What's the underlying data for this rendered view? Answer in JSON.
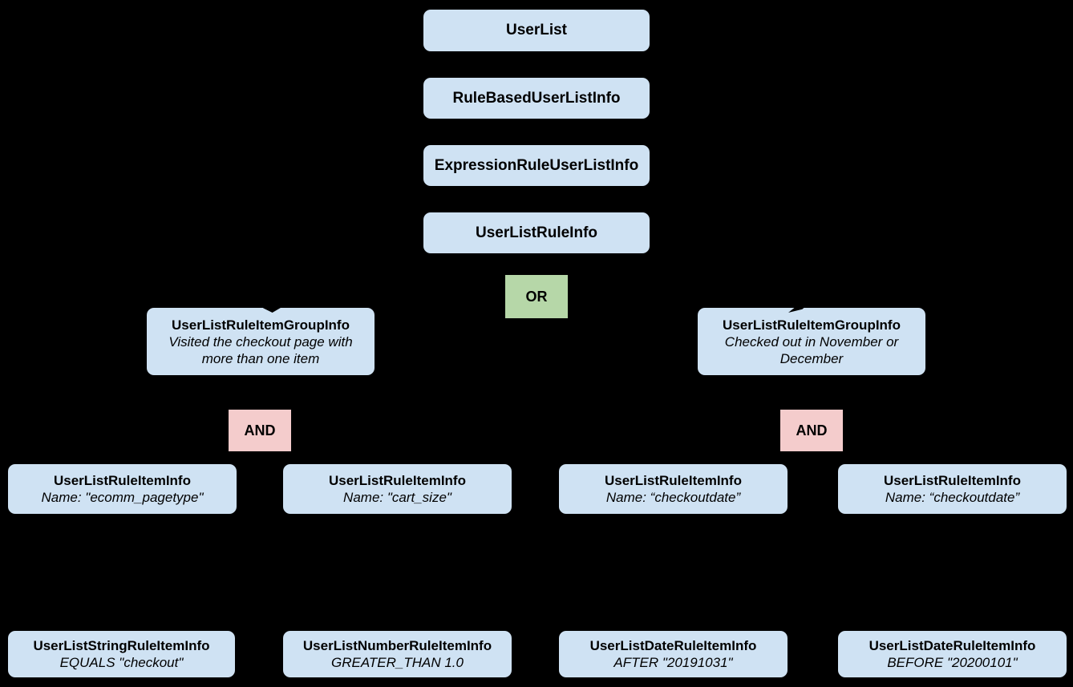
{
  "diagram": {
    "background_color": "#000000",
    "node_fill_color": "#cfe2f3",
    "or_fill_color": "#b6d7a8",
    "and_fill_color": "#f4cccc",
    "text_color": "#000000",
    "chain": [
      {
        "label": "UserList"
      },
      {
        "label": "RuleBasedUserListInfo"
      },
      {
        "label": "ExpressionRuleUserListInfo"
      },
      {
        "label": "UserListRuleInfo"
      }
    ],
    "or_label": "OR",
    "groups": [
      {
        "title": "UserListRuleItemGroupInfo",
        "subtitle_lines": [
          "Visited the checkout page with",
          "more than one item"
        ],
        "operator": "AND"
      },
      {
        "title": "UserListRuleItemGroupInfo",
        "subtitle_lines": [
          "Checked out in November or",
          "December"
        ],
        "operator": "AND"
      }
    ],
    "rule_items": [
      {
        "title": "UserListRuleItemInfo",
        "subtitle": "Name: \"ecomm_pagetype\""
      },
      {
        "title": "UserListRuleItemInfo",
        "subtitle": "Name: \"cart_size\""
      },
      {
        "title": "UserListRuleItemInfo",
        "subtitle": "Name: “checkoutdate”"
      },
      {
        "title": "UserListRuleItemInfo",
        "subtitle": "Name: “checkoutdate”"
      }
    ],
    "leaf_items": [
      {
        "title": "UserListStringRuleItemInfo",
        "subtitle": "EQUALS \"checkout\""
      },
      {
        "title": "UserListNumberRuleItemInfo",
        "subtitle": "GREATER_THAN 1.0"
      },
      {
        "title": "UserListDateRuleItemInfo",
        "subtitle": "AFTER \"20191031\""
      },
      {
        "title": "UserListDateRuleItemInfo",
        "subtitle": "BEFORE \"20200101\""
      }
    ]
  }
}
